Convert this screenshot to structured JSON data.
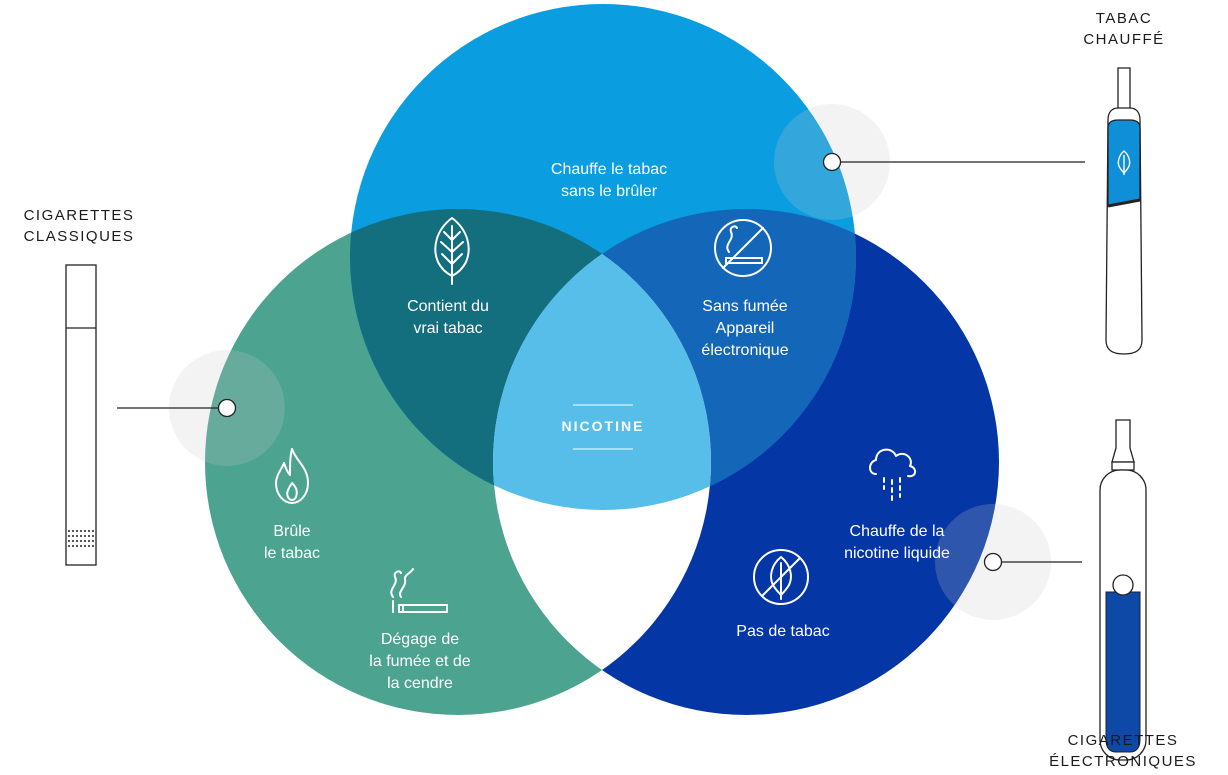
{
  "colors": {
    "heated": "#0a9ee0",
    "classic": "#4ba390",
    "ecig": "#0536a6",
    "overlap_classic_heated": "#136e7e",
    "overlap_heated_ecig": "#1466b8",
    "center": "#57bde9",
    "device_blue": "#0f8fd8",
    "liquid_blue": "#0f49a8"
  },
  "circles": {
    "heated": {
      "text": [
        "Chauffe le tabac",
        "sans le brûler"
      ]
    },
    "classic": {
      "burns": [
        "Brûle",
        "le tabac"
      ],
      "smoke": [
        "Dégage de",
        "la fumée et de",
        "la cendre"
      ]
    },
    "ecig": {
      "heats_liquid": [
        "Chauffe de la",
        "nicotine liquide"
      ],
      "no_tobacco": [
        "Pas de tabac"
      ]
    }
  },
  "overlaps": {
    "classic_heated": [
      "Contient du",
      "vrai tabac"
    ],
    "heated_ecig": [
      "Sans fumée",
      "Appareil",
      "électronique"
    ],
    "center": "NICOTINE"
  },
  "categories": {
    "classic": [
      "CIGARETTES",
      "CLASSIQUES"
    ],
    "heated": [
      "TABAC",
      "CHAUFFÉ"
    ],
    "ecig": [
      "CIGARETTES",
      "ÉLECTRONIQUES"
    ]
  },
  "icons": {
    "real_tobacco": "leaf-icon",
    "smokeless": "no-smoking-icon",
    "burns": "flame-icon",
    "smoke_ash": "smoking-cigarette-icon",
    "vapor": "vapor-cloud-icon",
    "no_tobacco": "crossed-leaf-icon"
  }
}
